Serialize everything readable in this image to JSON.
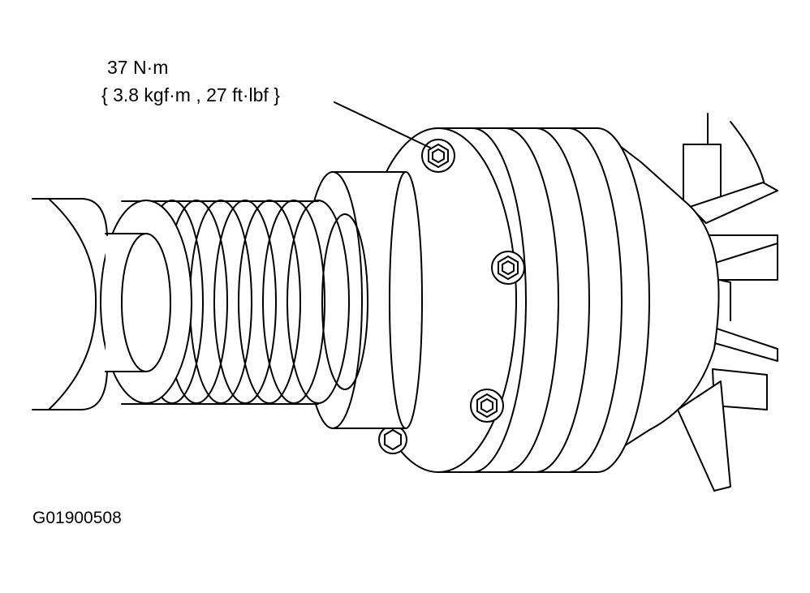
{
  "diagram": {
    "torque_label_line1": "37 N·m",
    "torque_label_line2": "{ 3.8 kgf·m , 27 ft·lbf }",
    "figure_id": "G01900508"
  },
  "colors": {
    "stroke": "#000000",
    "fill": "#ffffff"
  },
  "icons": [
    "bolt-icon"
  ]
}
